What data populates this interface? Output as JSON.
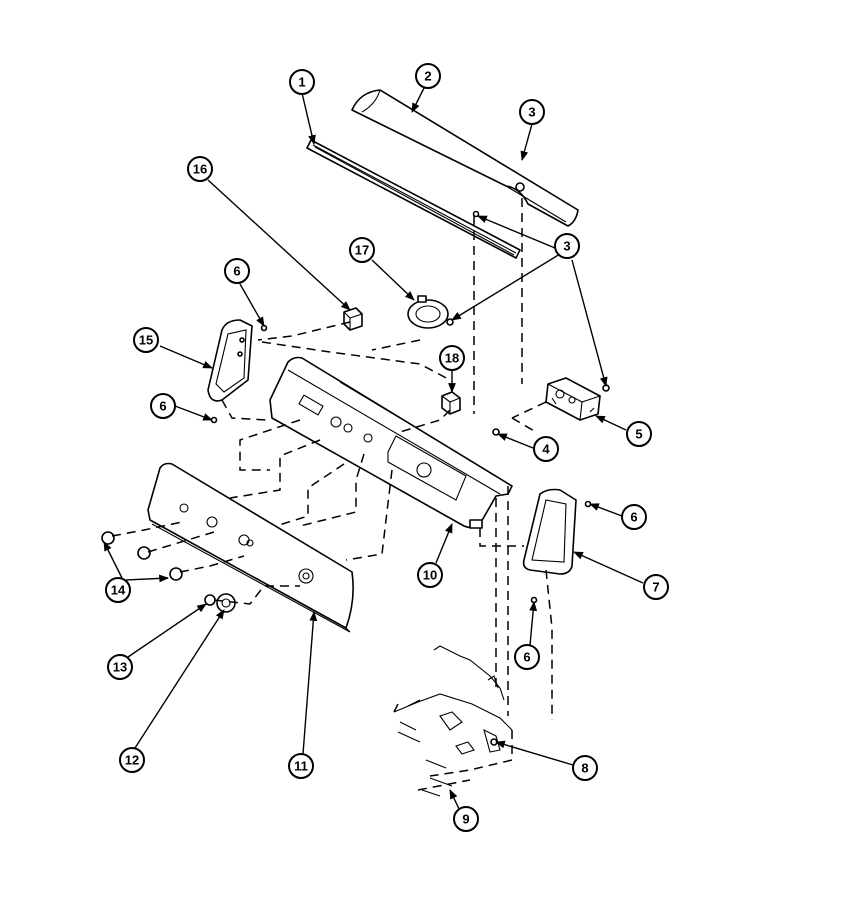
{
  "callouts": [
    {
      "label": "1"
    },
    {
      "label": "2"
    },
    {
      "label": "3"
    },
    {
      "label": "3"
    },
    {
      "label": "4"
    },
    {
      "label": "5"
    },
    {
      "label": "6"
    },
    {
      "label": "6"
    },
    {
      "label": "6"
    },
    {
      "label": "6"
    },
    {
      "label": "7"
    },
    {
      "label": "8"
    },
    {
      "label": "9"
    },
    {
      "label": "10"
    },
    {
      "label": "11"
    },
    {
      "label": "12"
    },
    {
      "label": "13"
    },
    {
      "label": "14"
    },
    {
      "label": "15"
    },
    {
      "label": "16"
    },
    {
      "label": "17"
    },
    {
      "label": "18"
    }
  ]
}
